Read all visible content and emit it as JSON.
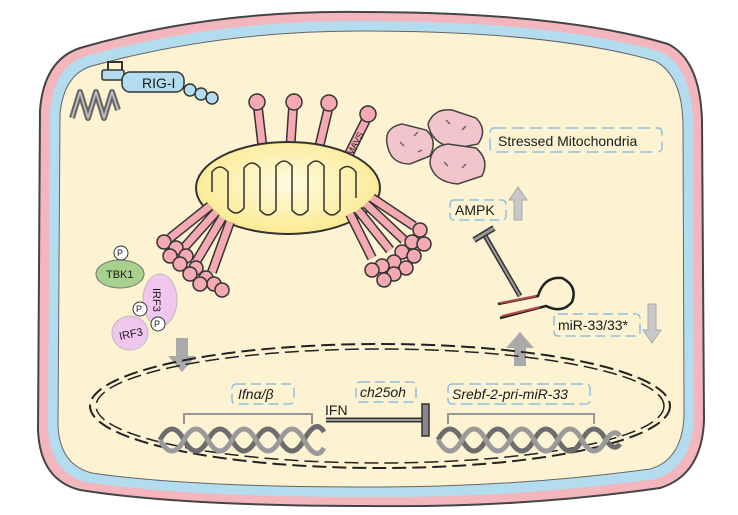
{
  "receptor": {
    "label": "RIG-I"
  },
  "mitochondria": {
    "protein_label": "MAVS",
    "stressed_label": "Stressed Mitochondria"
  },
  "signaling": {
    "kinase_label": "TBK1",
    "phospho_label": "P",
    "factor_top_label": "IRF3",
    "factor_bottom_label": "IRF3"
  },
  "metabolism": {
    "ampk_label": "AMPK",
    "mirna_label": "miR-33/33*"
  },
  "nucleus": {
    "ifn_gene_label": "Ifnα/β",
    "ch25h_gene_label": "ch25oh",
    "srebf_gene_label": "Srebf-2-pri-miR-33",
    "ifn_label": "IFN"
  },
  "colors": {
    "membrane_outer": "#f4b6bd",
    "membrane_inner": "#b3dcef",
    "cytoplasm": "#fdf3d3",
    "mito_fill": "#fdf2a8",
    "mavs_pink": "#f5a9b2",
    "tbk1_green": "#a9d18e",
    "irf3_purple": "#f0c6ee",
    "label_box_border": "#8fbfe0"
  }
}
